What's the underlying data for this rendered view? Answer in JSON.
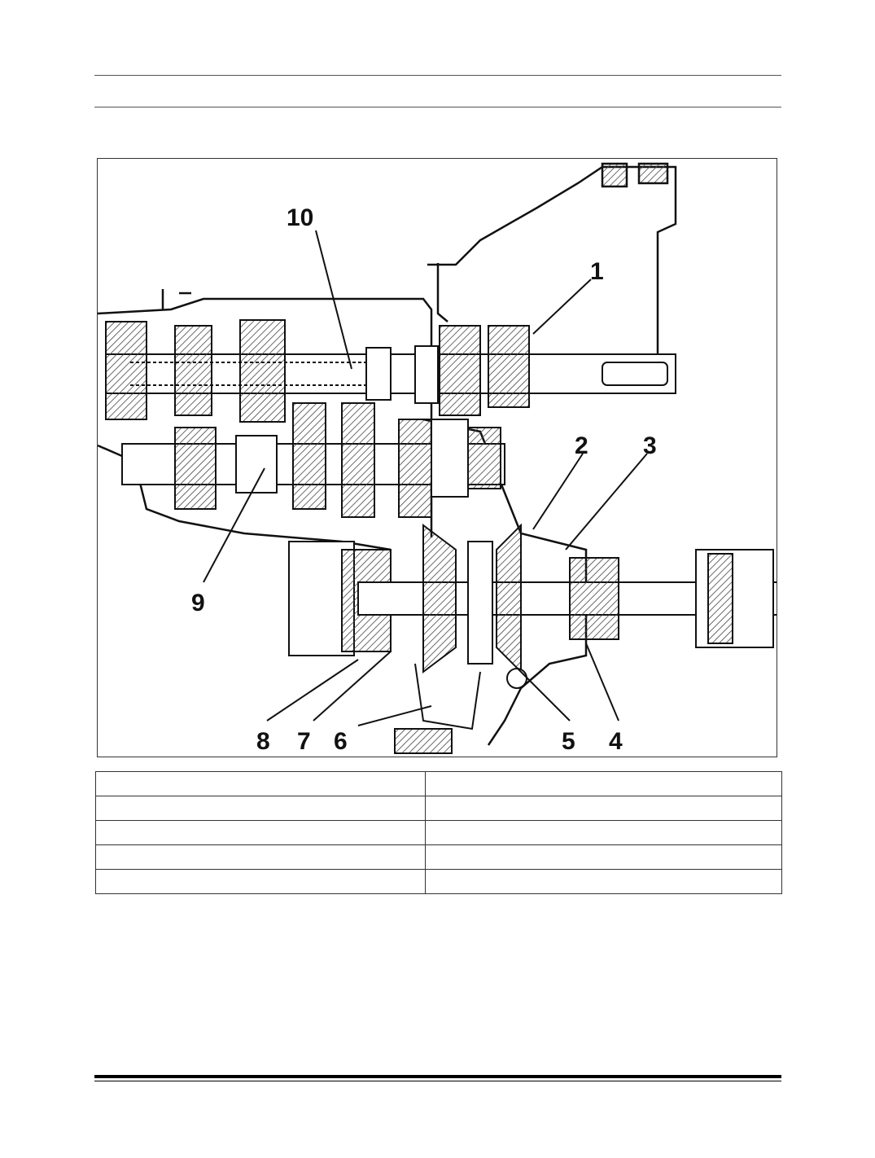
{
  "figure": {
    "callouts": [
      "1",
      "2",
      "3",
      "4",
      "5",
      "6",
      "7",
      "8",
      "9",
      "10"
    ]
  },
  "legend_table": {
    "rows": [
      [
        "",
        ""
      ],
      [
        "",
        ""
      ],
      [
        "",
        ""
      ],
      [
        "",
        ""
      ],
      [
        "",
        ""
      ]
    ]
  },
  "colors": {
    "line": "#111111",
    "hatch": "#444444",
    "rule": "#555555"
  }
}
